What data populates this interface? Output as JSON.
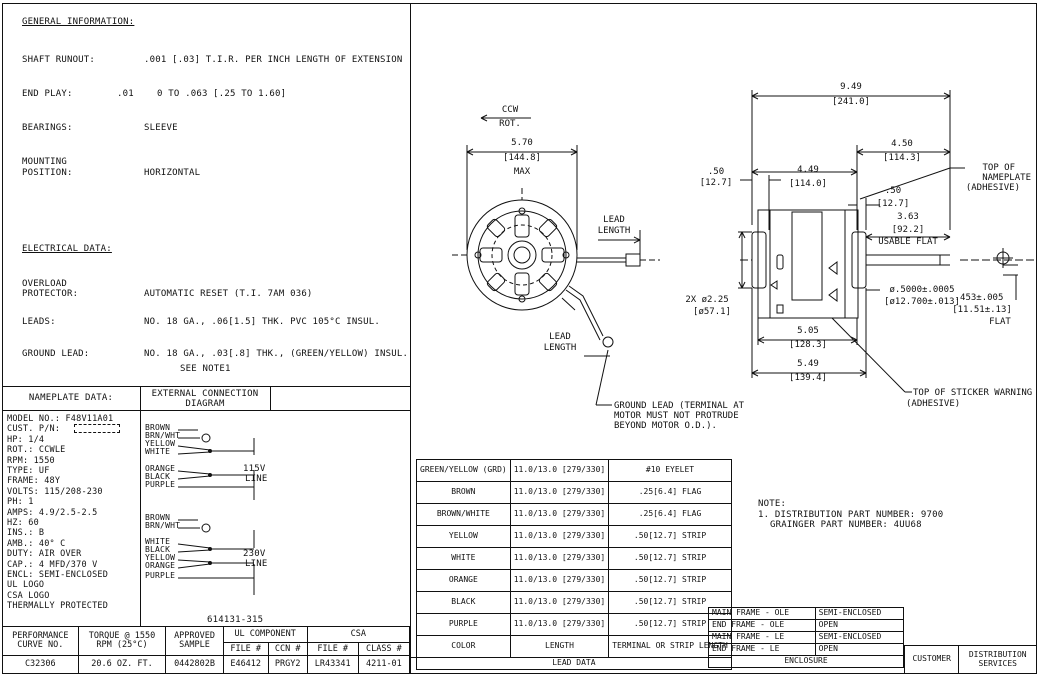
{
  "general": {
    "title": "GENERAL INFORMATION:",
    "rows": [
      {
        "label": "SHAFT RUNOUT:",
        "value": ".001 [.03] T.I.R. PER INCH LENGTH OF EXTENSION"
      },
      {
        "label": "END PLAY:",
        "extra": ".01",
        "value": "0 TO .063 [.25 TO 1.60]"
      },
      {
        "label": "BEARINGS:",
        "value": "SLEEVE"
      },
      {
        "label": "MOUNTING",
        "label2": "POSITION:",
        "value": "HORIZONTAL"
      }
    ]
  },
  "electrical": {
    "title": "ELECTRICAL DATA:",
    "rows": [
      {
        "label": "OVERLOAD",
        "label2": "PROTECTOR:",
        "value": "AUTOMATIC RESET (T.I. 7AM 036)"
      },
      {
        "label": "LEADS:",
        "value": "NO. 18 GA., .06[1.5] THK. PVC 105°C INSUL."
      },
      {
        "label": "GROUND LEAD:",
        "value": "NO. 18 GA., .03[.8] THK., (GREEN/YELLOW) INSUL."
      }
    ],
    "see_note": "SEE NOTE1"
  },
  "nameplate": {
    "header": "NAMEPLATE DATA:",
    "lines": [
      "MODEL NO.: F48V11A01",
      "CUST. P/N:",
      "HP:  1/4",
      "ROT.: CCWLE",
      "RPM: 1550",
      "TYPE: UF",
      "FRAME: 48Y",
      "VOLTS: 115/208-230",
      "PH: 1",
      "AMPS: 4.9/2.5-2.5",
      "HZ: 60",
      "INS.: B",
      "AMB.: 40° C",
      "DUTY: AIR OVER",
      "CAP.: 4 MFD/370 V",
      "ENCL: SEMI-ENCLOSED",
      "UL LOGO",
      "CSA LOGO",
      "THERMALLY PROTECTED"
    ]
  },
  "connection": {
    "header1": "EXTERNAL CONNECTION",
    "header2": "DIAGRAM",
    "group115": [
      "BROWN",
      "BRN/WHT",
      "YELLOW",
      "WHITE",
      "ORANGE",
      "BLACK",
      "PURPLE"
    ],
    "label115a": "115V",
    "label115b": "LINE",
    "group230": [
      "BROWN",
      "BRN/WHT",
      "WHITE",
      "BLACK",
      "YELLOW",
      "ORANGE",
      "PURPLE"
    ],
    "label230a": "230V",
    "label230b": "LINE",
    "drawing_no": "614131-315"
  },
  "bottom_table": {
    "h1": [
      "PERFORMANCE",
      "CURVE NO."
    ],
    "h2": [
      "TORQUE @ 1550",
      "RPM (25°C)"
    ],
    "h3": [
      "APPROVED",
      "SAMPLE"
    ],
    "ul": "UL COMPONENT",
    "csa": "CSA",
    "sub": [
      "FILE #",
      "CCN #",
      "FILE #",
      "CLASS #"
    ],
    "values": [
      "C32306",
      "20.6 OZ. FT.",
      "0442802B",
      "E46412",
      "PRGY2",
      "LR43341",
      "4211-01"
    ]
  },
  "lead_data": {
    "footer": "LEAD DATA",
    "header": [
      "COLOR",
      "LENGTH",
      "TERMINAL OR STRIP LENGTH"
    ],
    "rows": [
      {
        "color": "GREEN/YELLOW (GRD)",
        "length": "11.0/13.0 [279/330]",
        "terminal": "#10 EYELET"
      },
      {
        "color": "BROWN",
        "length": "11.0/13.0 [279/330]",
        "terminal": ".25[6.4] FLAG"
      },
      {
        "color": "BROWN/WHITE",
        "length": "11.0/13.0 [279/330]",
        "terminal": ".25[6.4] FLAG"
      },
      {
        "color": "YELLOW",
        "length": "11.0/13.0 [279/330]",
        "terminal": ".50[12.7] STRIP"
      },
      {
        "color": "WHITE",
        "length": "11.0/13.0 [279/330]",
        "terminal": ".50[12.7] STRIP"
      },
      {
        "color": "ORANGE",
        "length": "11.0/13.0 [279/330]",
        "terminal": ".50[12.7] STRIP"
      },
      {
        "color": "BLACK",
        "length": "11.0/13.0 [279/330]",
        "terminal": ".50[12.7] STRIP"
      },
      {
        "color": "PURPLE",
        "length": "11.0/13.0 [279/330]",
        "terminal": ".50[12.7] STRIP"
      }
    ]
  },
  "enclosure": {
    "footer": "ENCLOSURE",
    "rows": [
      [
        "MAIN FRAME - OLE",
        "SEMI-ENCLOSED"
      ],
      [
        "END FRAME - OLE",
        "OPEN"
      ],
      [
        "MAIN FRAME - LE",
        "SEMI-ENCLOSED"
      ],
      [
        "END FRAME - LE",
        "OPEN"
      ]
    ]
  },
  "title_block": {
    "customer": "CUSTOMER",
    "dist1": "DISTRIBUTION",
    "dist2": "SERVICES"
  },
  "notes": {
    "title": "NOTE:",
    "line1": "1. DISTRIBUTION PART NUMBER:  9700",
    "line2": "GRAINGER PART NUMBER:  4UU68"
  },
  "drawing": {
    "ccw": "CCW",
    "rot": "ROT.",
    "dia_in": "5.70",
    "dia_mm": "[144.8]",
    "max": "MAX",
    "lead_length": [
      "LEAD",
      "LENGTH"
    ],
    "ground_note": [
      "GROUND LEAD (TERMINAL AT",
      "MOTOR MUST NOT PROTRUDE",
      "BEYOND MOTOR O.D.)."
    ],
    "overall_in": "9.49",
    "overall_mm": "[241.0]",
    "shaft_in": "4.50",
    "shaft_mm": "[114.3]",
    "d449_in": "4.49",
    "d449_mm": "[114.0]",
    "d50a_in": ".50",
    "d50a_mm": "[12.7]",
    "d50b_in": ".50",
    "d50b_mm": "[12.7]",
    "flat_in": "3.63",
    "flat_mm": "[92.2]",
    "usable_flat": "USABLE FLAT",
    "top_nameplate": [
      "TOP OF",
      "NAMEPLATE",
      "(ADHESIVE)"
    ],
    "twox_in": "2X ø2.25",
    "twox_mm": "[ø57.1]",
    "shaft_dia_in": "ø.5000±.0005",
    "shaft_dia_mm": "[ø12.700±.013]",
    "flat_dim_in": ".453±.005",
    "flat_dim_mm": "[11.51±.13]",
    "flat_word": "FLAT",
    "d505_in": "5.05",
    "d505_mm": "[128.3]",
    "d549_in": "5.49",
    "d549_mm": "[139.4]",
    "sticker": [
      "TOP OF STICKER WARNING",
      "(ADHESIVE)"
    ]
  }
}
